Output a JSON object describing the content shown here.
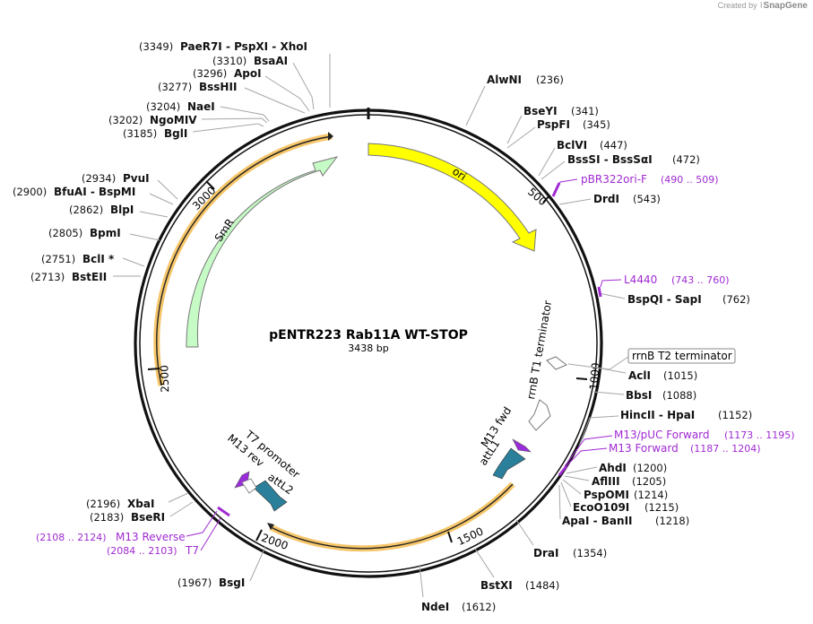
{
  "credit": {
    "prefix": "Created by",
    "brand": "SnapGene"
  },
  "map": {
    "title": "pENTR223 Rab11A WT-STOP",
    "size": "3438 bp",
    "total_bp": 3438
  },
  "ticks": [
    {
      "label": "500",
      "bp": 500
    },
    {
      "label": "1000",
      "bp": 1000
    },
    {
      "label": "1500",
      "bp": 1500
    },
    {
      "label": "2000",
      "bp": 2000
    },
    {
      "label": "2500",
      "bp": 2500
    },
    {
      "label": "3000",
      "bp": 3000
    }
  ],
  "features": [
    {
      "name": "ori",
      "color": "#ffff00",
      "label": "ori"
    },
    {
      "name": "SmR",
      "color": "#c6fbc6",
      "label": "SmR"
    },
    {
      "name": "rrnB T1 terminator",
      "color": "#ffffff",
      "label": "rrnB T1 terminator"
    },
    {
      "name": "rrnB T2 terminator",
      "color": "#ffffff",
      "label": "rrnB T2 terminator"
    },
    {
      "name": "M13 fwd",
      "color": "#9a2cdb",
      "label": "M13 fwd"
    },
    {
      "name": "attL1",
      "color": "#2a7f9a",
      "label": "attL1"
    },
    {
      "name": "attL2",
      "color": "#2a7f9a",
      "label": "attL2"
    },
    {
      "name": "M13 rev",
      "color": "#9a2cdb",
      "label": "M13 rev"
    },
    {
      "name": "T7 promoter",
      "color": "#ffffff",
      "label": "T7 promoter"
    }
  ],
  "sites_left": [
    {
      "pos": "(3349)",
      "name": "PaeR7I  - PspXI  - XhoI"
    },
    {
      "pos": "(3310)",
      "name": "BsaAI"
    },
    {
      "pos": "(3296)",
      "name": "ApoI"
    },
    {
      "pos": "(3277)",
      "name": "BssHII"
    },
    {
      "pos": "(3204)",
      "name": "NaeI"
    },
    {
      "pos": "(3202)",
      "name": "NgoMIV"
    },
    {
      "pos": "(3185)",
      "name": "BglI"
    },
    {
      "pos": "(2934)",
      "name": "PvuI"
    },
    {
      "pos": "(2900)",
      "name": "BfuAI  - BspMI"
    },
    {
      "pos": "(2862)",
      "name": "BlpI"
    },
    {
      "pos": "(2805)",
      "name": "BpmI"
    },
    {
      "pos": "(2751)",
      "name": "BclI *"
    },
    {
      "pos": "(2713)",
      "name": "BstEII"
    },
    {
      "pos": "(2196)",
      "name": "XbaI"
    },
    {
      "pos": "(2183)",
      "name": "BseRI"
    },
    {
      "pos": "(1967)",
      "name": "BsgI"
    }
  ],
  "sites_right": [
    {
      "name": "AlwNI",
      "pos": "(236)"
    },
    {
      "name": "BseYI",
      "pos": "(341)"
    },
    {
      "name": "PspFI",
      "pos": "(345)"
    },
    {
      "name": "BclVI",
      "pos": "(447)"
    },
    {
      "name": "BssSI  - BssSαI",
      "pos": "(472)"
    },
    {
      "name": "DrdI",
      "pos": "(543)"
    },
    {
      "name": "BspQI  - SapI",
      "pos": "(762)"
    },
    {
      "name": "AclI",
      "pos": "(1015)"
    },
    {
      "name": "BbsI",
      "pos": "(1088)"
    },
    {
      "name": "HincII  - HpaI",
      "pos": "(1152)"
    },
    {
      "name": "AhdI",
      "pos": "(1200)"
    },
    {
      "name": "AflIII",
      "pos": "(1205)"
    },
    {
      "name": "PspOMI",
      "pos": "(1214)"
    },
    {
      "name": "EcoO109I",
      "pos": "(1215)"
    },
    {
      "name": "ApaI  - BanII",
      "pos": "(1218)"
    },
    {
      "name": "DraI",
      "pos": "(1354)"
    },
    {
      "name": "BstXI",
      "pos": "(1484)"
    },
    {
      "name": "NdeI",
      "pos": "(1612)"
    }
  ],
  "primers": [
    {
      "name": "pBR322ori-F",
      "range": "(490 .. 509)"
    },
    {
      "name": "L4440",
      "range": "(743 .. 760)"
    },
    {
      "name": "M13/pUC Forward",
      "range": "(1173 .. 1195)"
    },
    {
      "name": "M13 Forward",
      "range": "(1187 .. 1204)"
    },
    {
      "name": "M13 Reverse",
      "range": "(2108 .. 2124)"
    },
    {
      "name": "T7",
      "range": "(2084 .. 2103)"
    }
  ],
  "feature_box": {
    "label": "rrnB T2 terminator"
  }
}
